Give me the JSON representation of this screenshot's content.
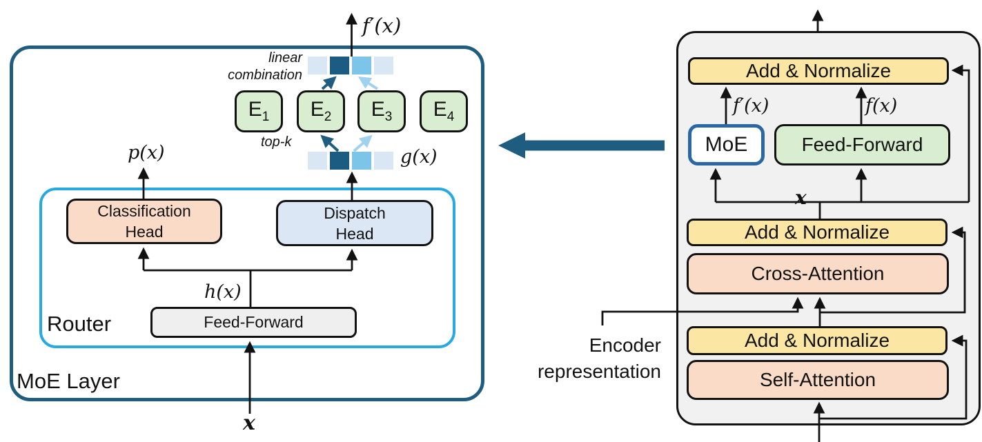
{
  "colors": {
    "teal_dark": "#1E5C80",
    "router_blue": "#29A9E1",
    "moe_border_blue": "#2B67A5",
    "add_normalize_yellow": "#FBE7A3",
    "attention_peach": "#FADBC8",
    "expert_green": "#D9EED0",
    "panel_gray": "#F1F1F1",
    "feedforward_gray": "#EFEFEF",
    "dispatch_blue": "#DBE7F4",
    "arrow_light_blue": "#9ED2EE",
    "vector_cell_colors": [
      "#D9E6F4",
      "#1D5C82",
      "#7CC4E8",
      "#D9E6F4"
    ]
  },
  "moe_panel": {
    "outer_label": "MoE Layer",
    "router_label": "Router",
    "classification_head": "Classification\nHead",
    "dispatch_head": "Dispatch\nHead",
    "feed_forward": "Feed-Forward",
    "experts": [
      {
        "base": "E",
        "sub": "1"
      },
      {
        "base": "E",
        "sub": "2"
      },
      {
        "base": "E",
        "sub": "3"
      },
      {
        "base": "E",
        "sub": "4"
      }
    ],
    "annotations": {
      "linear_combination": "linear\ncombination",
      "top_k": "top-k",
      "f_prime_x": "f′(x)",
      "g_x": "g(x)",
      "p_x": "p(x)",
      "h_x": "h(x)",
      "x_input": "x"
    }
  },
  "decoder_panel": {
    "add_normalize": "Add & Normalize",
    "moe": "MoE",
    "feed_forward": "Feed-Forward",
    "cross_attention": "Cross-Attention",
    "self_attention": "Self-Attention",
    "encoder_representation": "Encoder\nrepresentation",
    "f_prime_x": "f′(x)",
    "f_x": "f(x)",
    "x_label": "x"
  }
}
